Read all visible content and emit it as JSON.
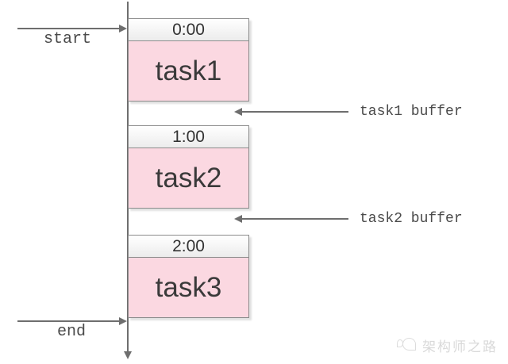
{
  "diagram": {
    "start_label": "start",
    "end_label": "end",
    "tasks": [
      {
        "time": "0:00",
        "label": "task1"
      },
      {
        "time": "1:00",
        "label": "task2"
      },
      {
        "time": "2:00",
        "label": "task3"
      }
    ],
    "buffers": [
      {
        "label": "task1 buffer"
      },
      {
        "label": "task2 buffer"
      }
    ],
    "icons": {
      "timeline_arrow": "down-arrowhead-icon",
      "start_arrow": "right-arrowhead-icon",
      "end_arrow": "right-arrowhead-icon",
      "buffer_arrow": "left-arrowhead-icon"
    },
    "colors": {
      "task_fill": "#fbd8e1",
      "header_fill_top": "#ffffff",
      "header_fill_bottom": "#ececec",
      "box_border": "#8c8c8c",
      "line": "#6e6e6e",
      "label_text": "#4a4a4a",
      "task_text": "#3a3a3a",
      "watermark": "#d9d9d9"
    }
  },
  "watermark": {
    "text": "架构师之路",
    "logo": "speech-bubble-logo"
  }
}
